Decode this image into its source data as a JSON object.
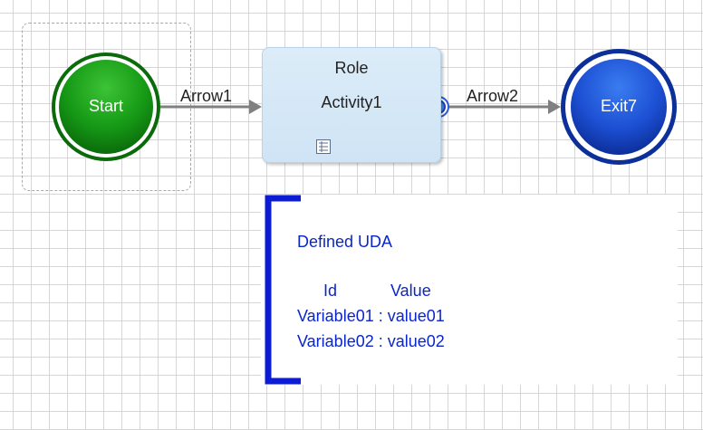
{
  "diagram": {
    "start": {
      "label": "Start",
      "color": "#1a9c1a"
    },
    "activity": {
      "role": "Role",
      "name": "Activity1",
      "fill": "#d3e7f6"
    },
    "exit": {
      "label": "Exit7",
      "color": "#1e4fd1"
    },
    "arrows": [
      {
        "label": "Arrow1"
      },
      {
        "label": "Arrow2"
      }
    ]
  },
  "uda": {
    "title": "Defined UDA",
    "col_id": "Id",
    "col_value": "Value",
    "rows": [
      "Variable01 : value01",
      "Variable02 : value02"
    ],
    "text_color": "#0b26c8",
    "bracket_color": "#0b1bd6"
  }
}
